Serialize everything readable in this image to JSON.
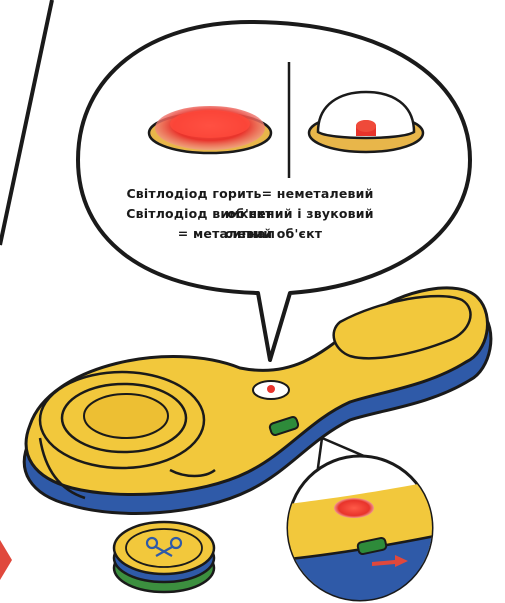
{
  "instruction": {
    "line1": "Світлодіод  горить= неметалевий об'єкт",
    "line2": "Світлодіод вимкнений і звуковий сигнал",
    "line3": "= металевий об'єкт"
  },
  "colors": {
    "body_yellow": "#f2c83c",
    "body_blue": "#2f5aa8",
    "led_on": "#e8332b",
    "switch_green": "#2e8b3a",
    "arrow_red": "#e0483c",
    "outline": "#1a1a1a"
  },
  "icons": [
    "led-on-icon",
    "led-off-icon",
    "scissors-icon",
    "slider-arrow-icon"
  ]
}
